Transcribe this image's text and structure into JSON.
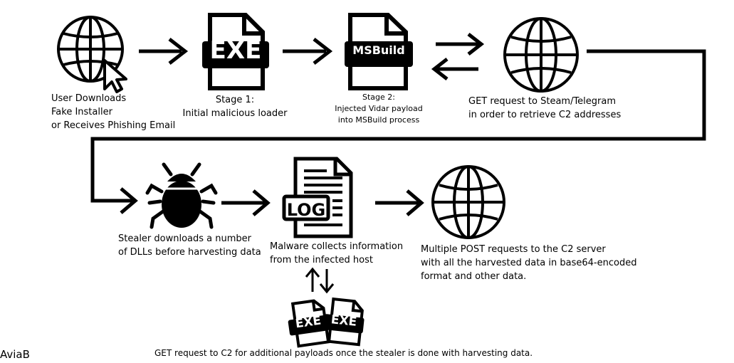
{
  "steps": [
    {
      "id": "download",
      "icon": "globe-cursor-icon",
      "text": "User Downloads\nFake Installer\nor Receives Phishing Email"
    },
    {
      "id": "stage1",
      "icon": "exe-file-icon",
      "text": "Stage 1:\nInitial malicious loader"
    },
    {
      "id": "stage2",
      "icon": "msbuild-file-icon",
      "text": "Stage 2:\nInjected Vidar payload\ninto MSBuild process"
    },
    {
      "id": "get-c2",
      "icon": "globe-icon",
      "text": "GET request to Steam/Telegram\nin order to retrieve C2 addresses"
    },
    {
      "id": "dlls",
      "icon": "bug-icon",
      "text": "Stealer downloads a number\nof DLLs before harvesting data"
    },
    {
      "id": "collect",
      "icon": "log-file-icon",
      "text": "Malware collects information\nfrom the infected host"
    },
    {
      "id": "post",
      "icon": "globe-icon",
      "text": "Multiple POST requests to the C2 server\nwith all the harvested data in base64-encoded\nformat and other data."
    },
    {
      "id": "payloads",
      "icon": "exe-files-icon",
      "text": "GET request to C2 for additional payloads once the stealer is done with harvesting data."
    }
  ],
  "file_labels": {
    "exe": "EXE",
    "msbuild": "MSBuild",
    "log": "LOG"
  },
  "watermark": "AviaB",
  "colors": {
    "ink": "#000000",
    "paper": "#ffffff"
  }
}
